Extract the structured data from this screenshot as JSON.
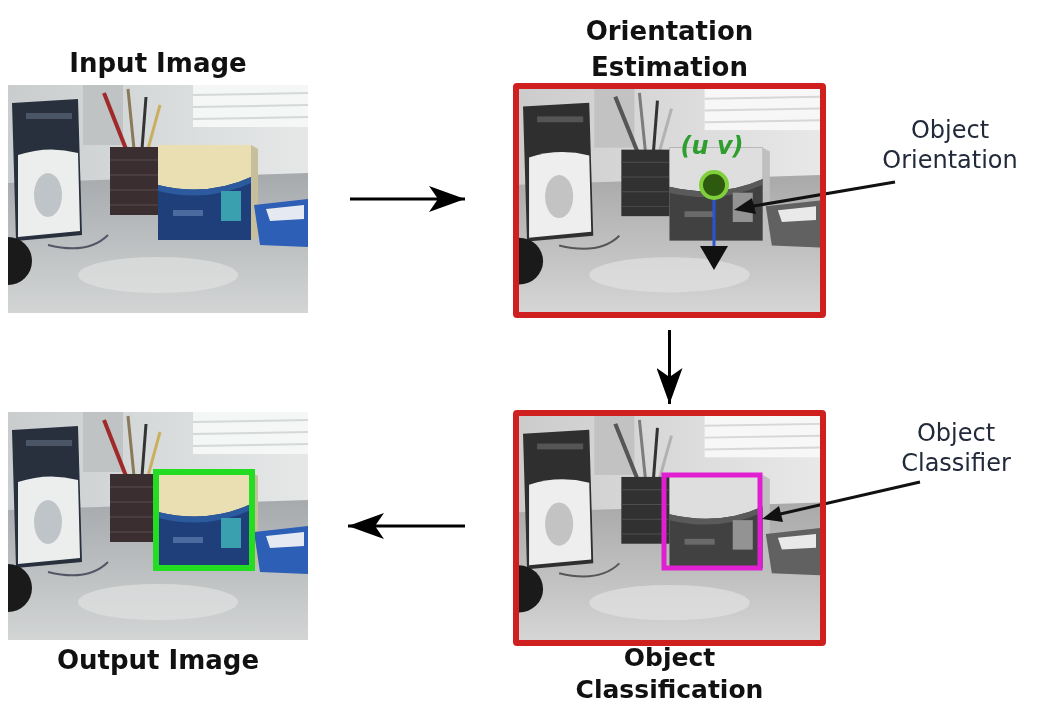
{
  "diagram": {
    "nodes": [
      {
        "text": [
          "Input Image"
        ]
      },
      {
        "text": [
          "Orientation Estimation"
        ]
      },
      {
        "text": [
          "Object Classification"
        ]
      },
      {
        "text": [
          "Output Image"
        ]
      }
    ],
    "edges": [
      {
        "from": 0,
        "to": 1,
        "arrow": "to"
      },
      {
        "from": 1,
        "to": 2,
        "arrow": "to"
      },
      {
        "from": 2,
        "to": 3,
        "arrow": "to"
      }
    ],
    "labels": [
      "(u v)",
      "Object Orientation",
      "Object Classifier"
    ]
  }
}
